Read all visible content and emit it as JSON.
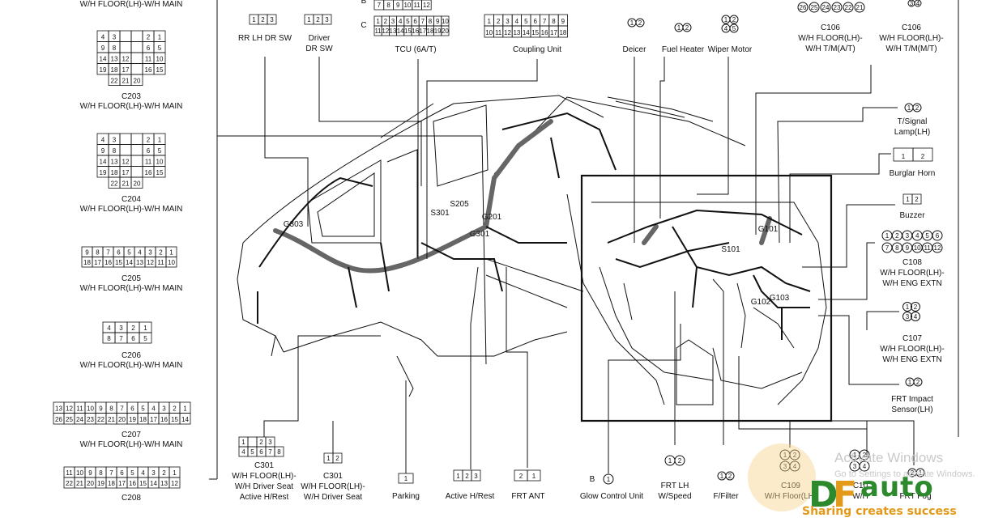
{
  "left_connectors": [
    {
      "code": "",
      "desc": "W/H FLOOR(LH)-W/H MAIN"
    },
    {
      "code": "C203",
      "desc": "W/H FLOOR(LH)-W/H MAIN"
    },
    {
      "code": "C204",
      "desc": "W/H FLOOR(LH)-W/H MAIN"
    },
    {
      "code": "C205",
      "desc": "W/H FLOOR(LH)-W/H MAIN"
    },
    {
      "code": "C206",
      "desc": "W/H FLOOR(LH)-W/H MAIN"
    },
    {
      "code": "C207",
      "desc": "W/H FLOOR(LH)-W/H MAIN"
    },
    {
      "code": "C208",
      "desc": ""
    }
  ],
  "top_components": [
    {
      "line1": "RR LH DR SW",
      "line2": ""
    },
    {
      "line1": "Driver",
      "line2": "DR SW"
    },
    {
      "line1": "TCU (6A/T)",
      "line2": ""
    },
    {
      "line1": "Coupling Unit",
      "line2": ""
    },
    {
      "line1": "Deicer",
      "line2": ""
    },
    {
      "line1": "Fuel Heater",
      "line2": ""
    },
    {
      "line1": "Wiper Motor",
      "line2": ""
    }
  ],
  "tcu_row_labels": [
    "B",
    "C"
  ],
  "top_right": [
    {
      "line1": "C106",
      "line2": "W/H FLOOR(LH)-",
      "line3": "W/H T/M(A/T)"
    },
    {
      "line1": "C106",
      "line2": "W/H FLOOR(LH)-",
      "line3": "W/H T/M(M/T)"
    }
  ],
  "right_components": [
    {
      "line1": "T/Signal",
      "line2": "Lamp(LH)",
      "line3": ""
    },
    {
      "line1": "Burglar Horn",
      "line2": "",
      "line3": ""
    },
    {
      "line1": "Buzzer",
      "line2": "",
      "line3": ""
    },
    {
      "line1": "C108",
      "line2": "W/H FLOOR(LH)-",
      "line3": "W/H ENG EXTN"
    },
    {
      "line1": "C107",
      "line2": "W/H FLOOR(LH)-",
      "line3": "W/H ENG EXTN"
    },
    {
      "line1": "FRT Impact",
      "line2": "Sensor(LH)",
      "line3": ""
    }
  ],
  "bottom_components": [
    {
      "line1": "C301",
      "line2": "W/H FLOOR(LH)-",
      "line3": "W/H Driver Seat",
      "line4": "Active H/Rest"
    },
    {
      "line1": "C301",
      "line2": "W/H FLOOR(LH)-",
      "line3": "W/H Driver Seat",
      "line4": ""
    },
    {
      "line1": "Parking",
      "line2": "",
      "line3": "",
      "line4": ""
    },
    {
      "line1": "Active H/Rest",
      "line2": "",
      "line3": "",
      "line4": ""
    },
    {
      "line1": "FRT ANT",
      "line2": "",
      "line3": "",
      "line4": ""
    },
    {
      "line1": "Glow Control Unit",
      "line2": "",
      "line3": "",
      "line4": ""
    },
    {
      "line1": "FRT LH",
      "line2": "W/Speed",
      "line3": "",
      "line4": ""
    },
    {
      "line1": "F/Filter",
      "line2": "",
      "line3": "",
      "line4": ""
    },
    {
      "line1": "C109",
      "line2": "W/H Floor(LH)",
      "line3": "",
      "line4": ""
    },
    {
      "line1": "C10",
      "line2": "W/H",
      "line3": "",
      "line4": ""
    },
    {
      "line1": "FRT Fog",
      "line2": "",
      "line3": "",
      "line4": ""
    }
  ],
  "glow_prefix": "B",
  "ground_labels": [
    "G303",
    "S301",
    "S205",
    "G201",
    "G301",
    "S101",
    "G101",
    "G102",
    "G103"
  ],
  "watermark": {
    "line1": "Activate Windows",
    "line2": "Go to Settings to activate Windows."
  },
  "brand": {
    "name": "auto",
    "slogan": "Sharing creates success"
  },
  "colors": {
    "line": "#111111",
    "harness": "#555555",
    "brand_green": "#2c8a2c",
    "brand_orange": "#e39a1a"
  }
}
